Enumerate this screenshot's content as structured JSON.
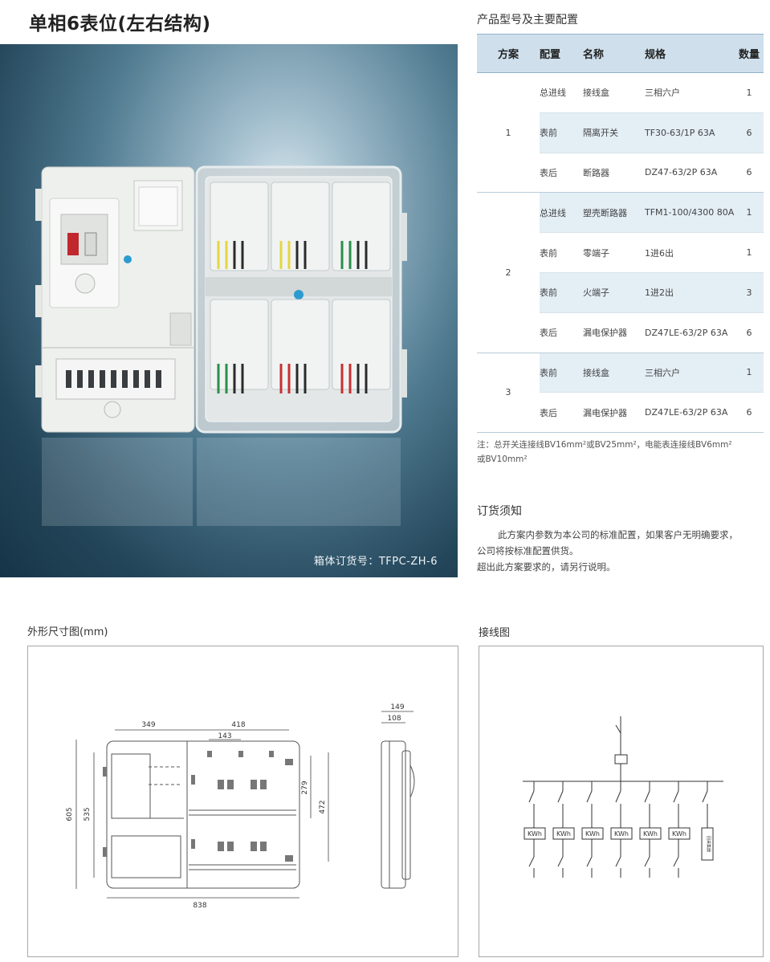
{
  "page_title": "单相6表位(左右结构)",
  "photo": {
    "caption": "箱体订货号：TFPC-ZH-6"
  },
  "spec": {
    "title": "产品型号及主要配置",
    "headers": [
      "方案",
      "配置",
      "名称",
      "规格",
      "数量"
    ],
    "plans": [
      {
        "plan": "1",
        "rows": [
          {
            "config": "总进线",
            "name": "接线盒",
            "spec": "三相六户",
            "qty": "1"
          },
          {
            "config": "表前",
            "name": "隔离开关",
            "spec": "TF30-63/1P 63A",
            "qty": "6"
          },
          {
            "config": "表后",
            "name": "断路器",
            "spec": "DZ47-63/2P 63A",
            "qty": "6"
          }
        ]
      },
      {
        "plan": "2",
        "rows": [
          {
            "config": "总进线",
            "name": "塑壳断路器",
            "spec": "TFM1-100/4300 80A",
            "qty": "1"
          },
          {
            "config": "表前",
            "name": "零端子",
            "spec": "1进6出",
            "qty": "1"
          },
          {
            "config": "表前",
            "name": "火端子",
            "spec": "1进2出",
            "qty": "3"
          },
          {
            "config": "表后",
            "name": "漏电保护器",
            "spec": "DZ47LE-63/2P 63A",
            "qty": "6"
          }
        ]
      },
      {
        "plan": "3",
        "rows": [
          {
            "config": "表前",
            "name": "接线盒",
            "spec": "三相六户",
            "qty": "1"
          },
          {
            "config": "表后",
            "name": "漏电保护器",
            "spec": "DZ47LE-63/2P 63A",
            "qty": "6"
          }
        ]
      }
    ],
    "note_line1": "注：总开关连接线BV16mm²或BV25mm²，电能表连接线BV6mm²",
    "note_line2": "或BV10mm²"
  },
  "order": {
    "title": "订货须知",
    "line1": "此方案内参数为本公司的标准配置，如果客户无明确要求，",
    "line2": "公司将按标准配置供货。",
    "line3": "超出此方案要求的，请另行说明。"
  },
  "dimensions": {
    "title": "外形尺寸图(mm)",
    "labels": {
      "w_left": "349",
      "w_right": "418",
      "w_pitch": "143",
      "w_total": "838",
      "h_total": "605",
      "h_inner": "535",
      "h_right": "472",
      "h_pitch": "279",
      "d_total": "149",
      "d_inner": "108"
    }
  },
  "wiring": {
    "title": "接线图",
    "meter_label": "KWh",
    "collector_label": "回采集器"
  },
  "colors": {
    "table_header": "#cfe0ec",
    "table_row_shade": "#e3eef5",
    "photo_bg": "#24465a"
  }
}
